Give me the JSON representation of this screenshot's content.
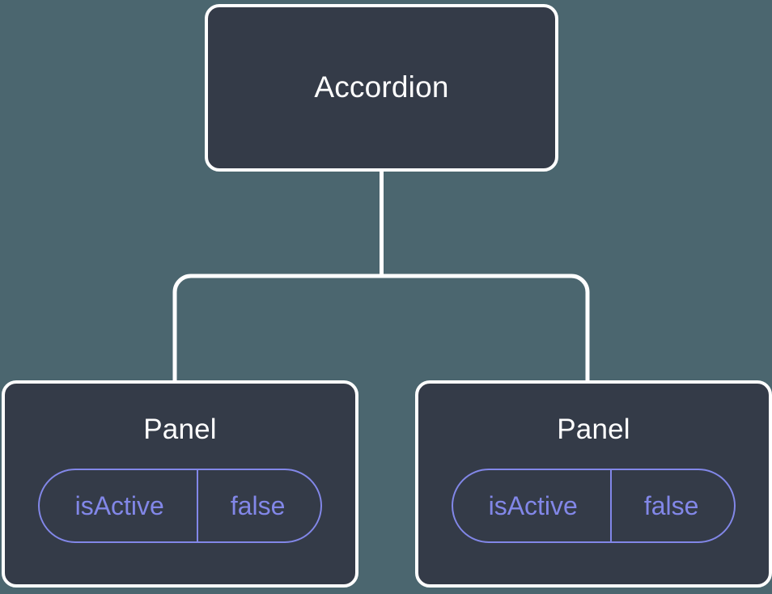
{
  "diagram": {
    "type": "component-tree",
    "background_color": "#4b666f",
    "node_fill_color": "#343b48",
    "node_border_color": "#ffffff",
    "connector_color": "#ffffff",
    "accent_color": "#8287e8",
    "root": {
      "label": "Accordion"
    },
    "children": [
      {
        "label": "Panel",
        "props": [
          {
            "key": "isActive",
            "value": "false"
          }
        ]
      },
      {
        "label": "Panel",
        "props": [
          {
            "key": "isActive",
            "value": "false"
          }
        ]
      }
    ]
  }
}
